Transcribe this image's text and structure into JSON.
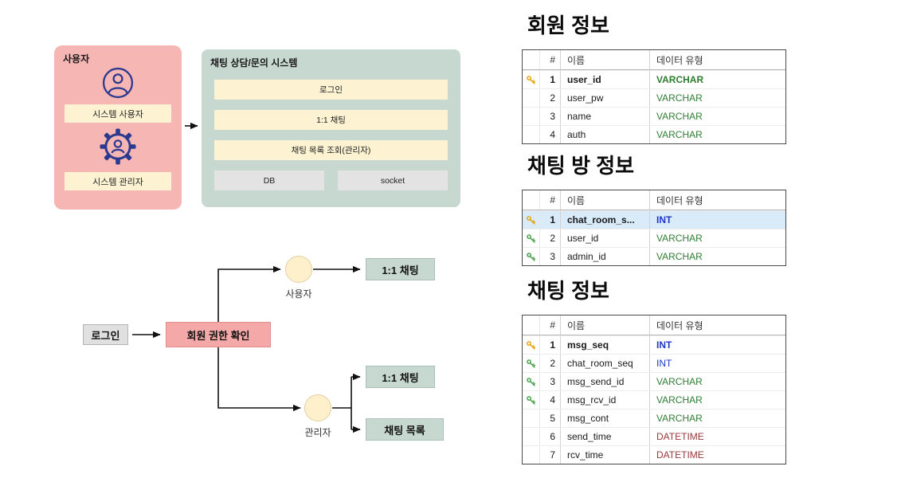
{
  "colors": {
    "actor_box": "#f6b6b4",
    "system_box": "#c7d8d1",
    "cream": "#fdf3d3",
    "gray_component": "#e3e3e3",
    "flow_pink": "#f5a8a8",
    "flow_green": "#c7d8d1",
    "circle_fill": "#fdf0cb",
    "icon_blue": "#2b3a8f",
    "primary_key": "#e8a000",
    "foreign_key": "#43a047",
    "type_green": "#2e7d32",
    "type_blue": "#1f36c7",
    "type_red": "#97393b",
    "highlight_row": "#d9eaf9"
  },
  "diagram": {
    "actors": {
      "title": "사용자",
      "user_label": "시스템 사용자",
      "admin_label": "시스템 관리자"
    },
    "system": {
      "title": "채팅 상담/문의 시스템",
      "features": [
        "로그인",
        "1:1 채팅",
        "채팅 목록 조회(관리자)"
      ],
      "components": [
        "DB",
        "socket"
      ]
    },
    "flow": {
      "login": "로그인",
      "auth_check": "회원 권한 확인",
      "user_role": "사용자",
      "admin_role": "관리자",
      "user_chat": "1:1 채팅",
      "admin_chat": "1:1 채팅",
      "admin_list": "채팅 목록"
    }
  },
  "tables": [
    {
      "title": "회원 정보",
      "headers": [
        "#",
        "이름",
        "데이터 유형"
      ],
      "rows": [
        {
          "key": "primary",
          "num": "1",
          "name": "user_id",
          "type": "VARCHAR",
          "type_color": "green",
          "bold": true
        },
        {
          "key": "",
          "num": "2",
          "name": "user_pw",
          "type": "VARCHAR",
          "type_color": "green"
        },
        {
          "key": "",
          "num": "3",
          "name": "name",
          "type": "VARCHAR",
          "type_color": "green"
        },
        {
          "key": "",
          "num": "4",
          "name": "auth",
          "type": "VARCHAR",
          "type_color": "green"
        }
      ]
    },
    {
      "title": "채팅 방 정보",
      "headers": [
        "#",
        "이름",
        "데이터 유형"
      ],
      "rows": [
        {
          "key": "primary",
          "num": "1",
          "name": "chat_room_s...",
          "type": "INT",
          "type_color": "blue",
          "bold": true,
          "highlight": true
        },
        {
          "key": "foreign",
          "num": "2",
          "name": "user_id",
          "type": "VARCHAR",
          "type_color": "green"
        },
        {
          "key": "foreign",
          "num": "3",
          "name": "admin_id",
          "type": "VARCHAR",
          "type_color": "green"
        }
      ]
    },
    {
      "title": "채팅 정보",
      "headers": [
        "#",
        "이름",
        "데이터 유형"
      ],
      "rows": [
        {
          "key": "primary",
          "num": "1",
          "name": "msg_seq",
          "type": "INT",
          "type_color": "blue",
          "bold": true
        },
        {
          "key": "foreign",
          "num": "2",
          "name": "chat_room_seq",
          "type": "INT",
          "type_color": "blue"
        },
        {
          "key": "foreign",
          "num": "3",
          "name": "msg_send_id",
          "type": "VARCHAR",
          "type_color": "green"
        },
        {
          "key": "foreign",
          "num": "4",
          "name": "msg_rcv_id",
          "type": "VARCHAR",
          "type_color": "green"
        },
        {
          "key": "",
          "num": "5",
          "name": "msg_cont",
          "type": "VARCHAR",
          "type_color": "green"
        },
        {
          "key": "",
          "num": "6",
          "name": "send_time",
          "type": "DATETIME",
          "type_color": "red"
        },
        {
          "key": "",
          "num": "7",
          "name": "rcv_time",
          "type": "DATETIME",
          "type_color": "red"
        }
      ]
    }
  ]
}
